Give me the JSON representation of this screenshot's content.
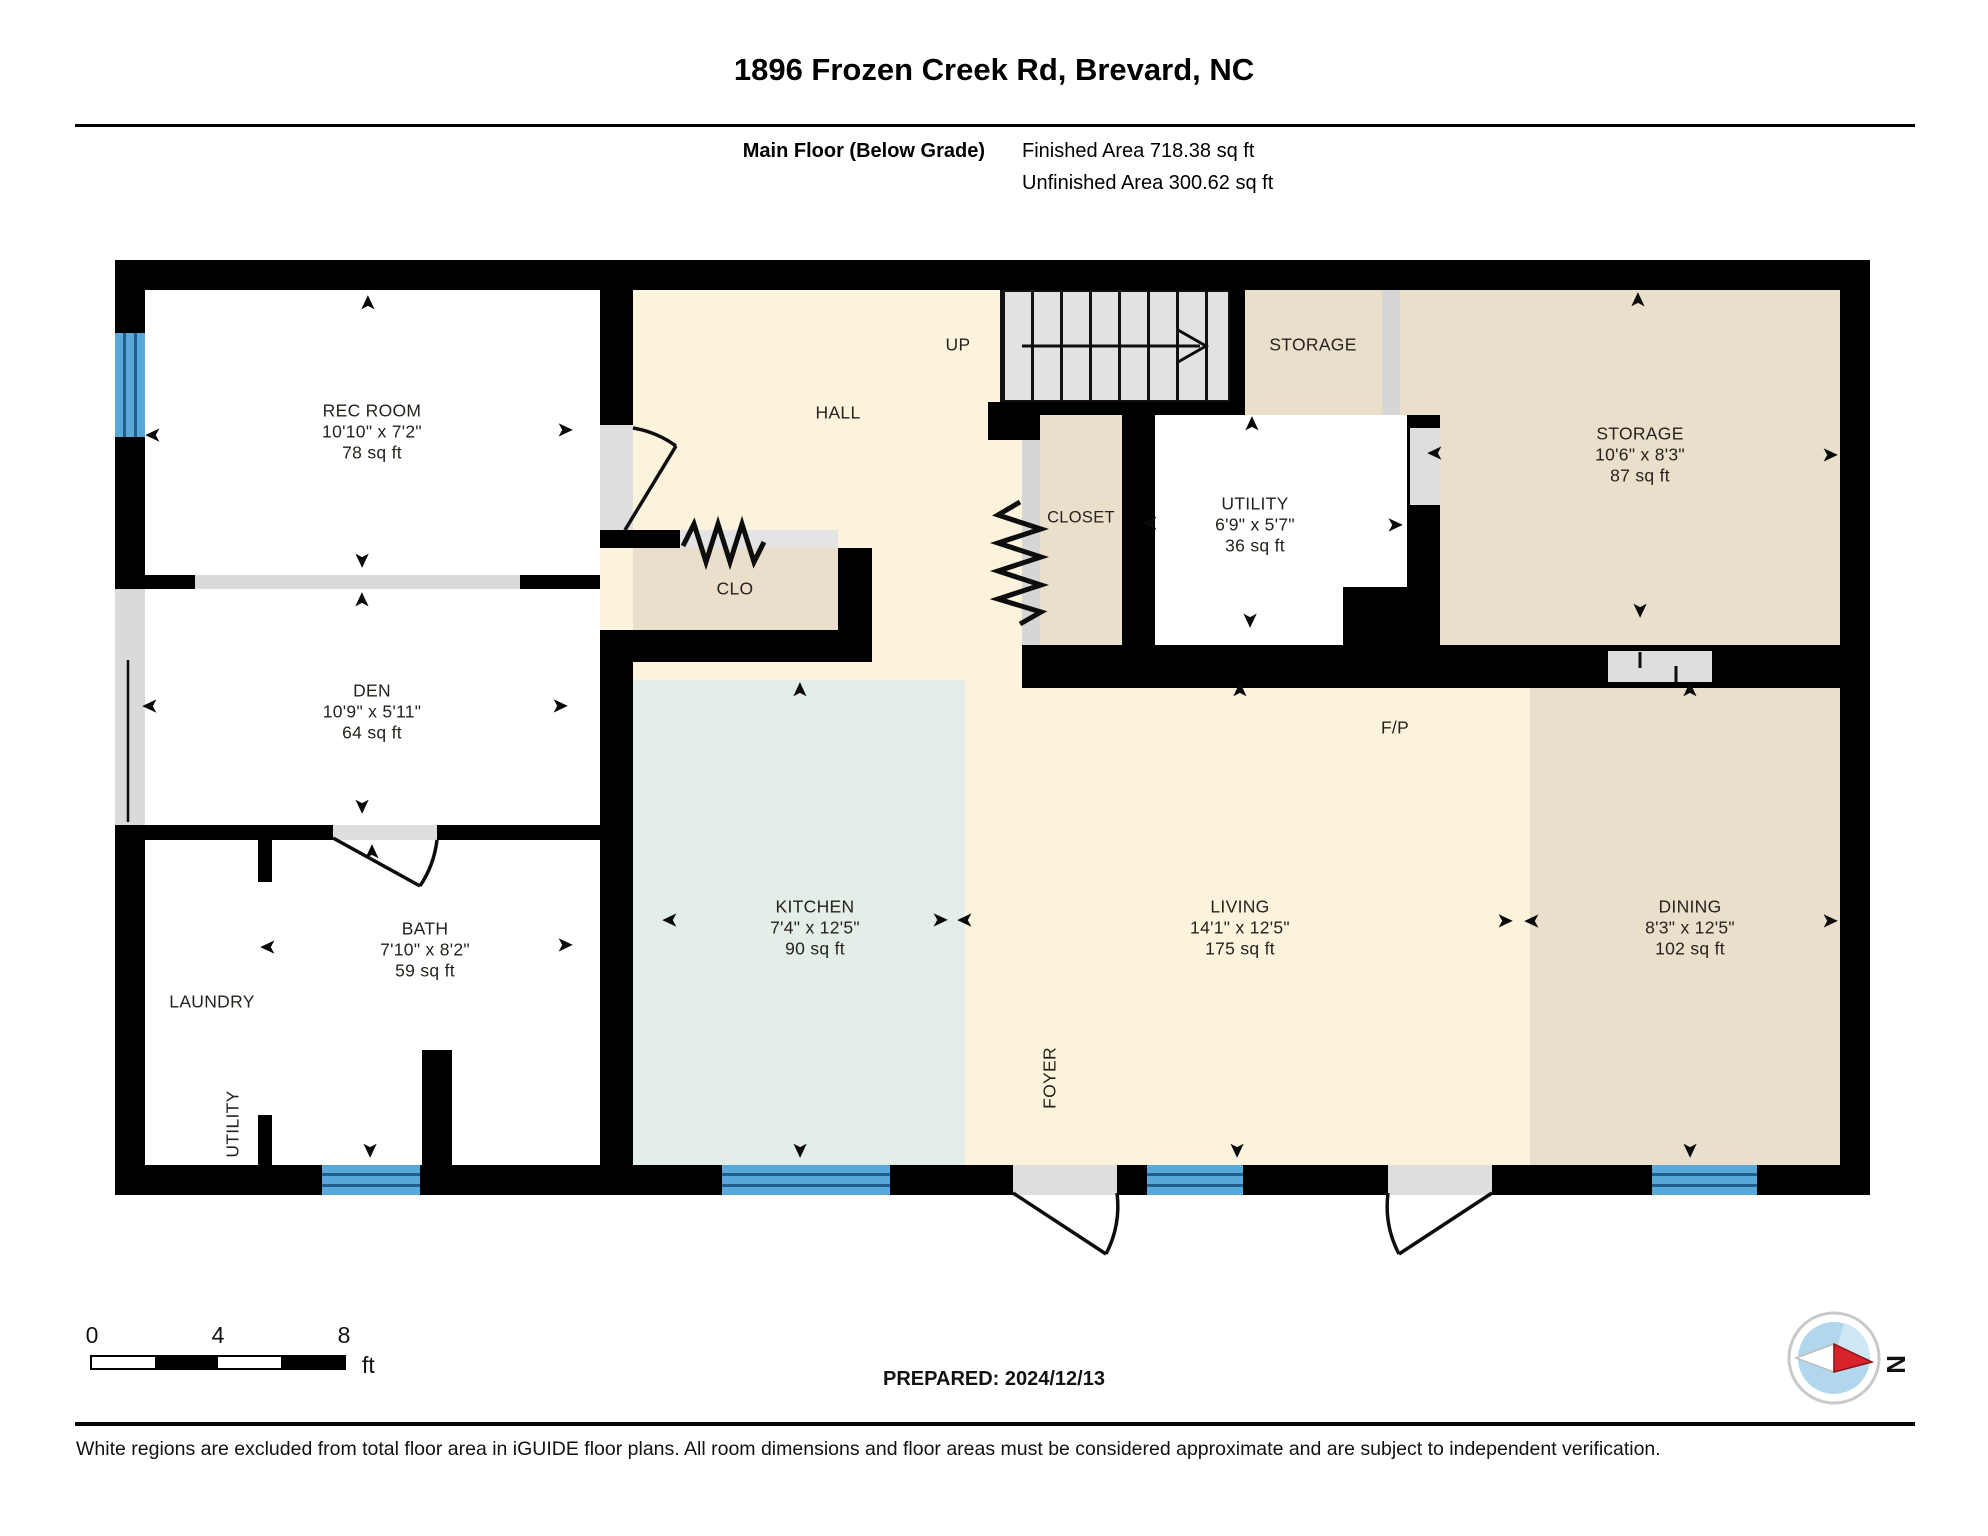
{
  "header": {
    "title": "1896 Frozen Creek Rd, Brevard, NC",
    "floor_label": "Main Floor (Below Grade)",
    "finished": "Finished Area 718.38 sq ft",
    "unfinished": "Unfinished Area 300.62 sq ft"
  },
  "rooms": {
    "rec_room": {
      "name": "REC ROOM",
      "dims": "10'10\" x 7'2\"",
      "area": "78 sq ft"
    },
    "den": {
      "name": "DEN",
      "dims": "10'9\" x 5'11\"",
      "area": "64 sq ft"
    },
    "bath": {
      "name": "BATH",
      "dims": "7'10\" x 8'2\"",
      "area": "59 sq ft"
    },
    "laundry": {
      "name": "LAUNDRY"
    },
    "utility_small": {
      "name": "UTILITY"
    },
    "hall": {
      "name": "HALL"
    },
    "clo": {
      "name": "CLO"
    },
    "up": {
      "name": "UP"
    },
    "storage_top": {
      "name": "STORAGE"
    },
    "closet": {
      "name": "CLOSET"
    },
    "utility": {
      "name": "UTILITY",
      "dims": "6'9\" x 5'7\"",
      "area": "36 sq ft"
    },
    "storage": {
      "name": "STORAGE",
      "dims": "10'6\" x 8'3\"",
      "area": "87 sq ft"
    },
    "kitchen": {
      "name": "KITCHEN",
      "dims": "7'4\" x 12'5\"",
      "area": "90 sq ft"
    },
    "living": {
      "name": "LIVING",
      "dims": "14'1\" x 12'5\"",
      "area": "175 sq ft"
    },
    "fp": {
      "name": "F/P"
    },
    "foyer": {
      "name": "FOYER"
    },
    "dining": {
      "name": "DINING",
      "dims": "8'3\" x 12'5\"",
      "area": "102 sq ft"
    }
  },
  "scale_bar": {
    "tick0": "0",
    "tick4": "4",
    "tick8": "8",
    "unit": "ft"
  },
  "prepared": "PREPARED: 2024/12/13",
  "compass": {
    "label": "N"
  },
  "disclaimer": "White regions are excluded from total floor area in iGUIDE floor plans. All room dimensions and floor areas must be considered approximate and are subject to independent verification.",
  "colors": {
    "wall": "#000000",
    "cream": "#fbf3dc",
    "beige": "#e9dfca",
    "mint": "#e2eee7",
    "light_gray": "#dadada",
    "window_blue": "#58a8da",
    "compass_red": "#d8232a"
  }
}
